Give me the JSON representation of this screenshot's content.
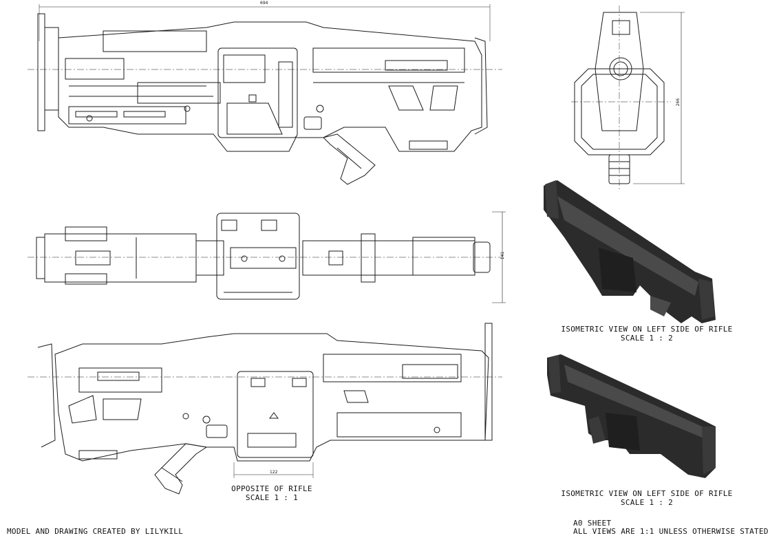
{
  "dimensions": {
    "overall_length": "694",
    "height": "141",
    "rear_height": "266",
    "mag_width": "122"
  },
  "captions": {
    "iso_top_title": "ISOMETRIC VIEW ON LEFT SIDE OF RIFLE",
    "iso_top_scale": "SCALE 1 : 2",
    "iso_bottom_title": "ISOMETRIC VIEW ON LEFT SIDE OF RIFLE",
    "iso_bottom_scale": "SCALE 1 : 2",
    "opposite_title": "OPPOSITE OF RIFLE",
    "opposite_scale": "SCALE 1 : 1"
  },
  "footer": {
    "credit": "MODEL AND DRAWING CREATED BY LILYKILL",
    "sheet": "A0 SHEET",
    "note": "ALL VIEWS ARE 1:1 UNLESS OTHERWISE STATED"
  },
  "colors": {
    "line": "#1a1a1a",
    "render_dark": "#2b2b2b",
    "render_mid": "#4a4a4a",
    "render_light": "#6e6e6e"
  }
}
